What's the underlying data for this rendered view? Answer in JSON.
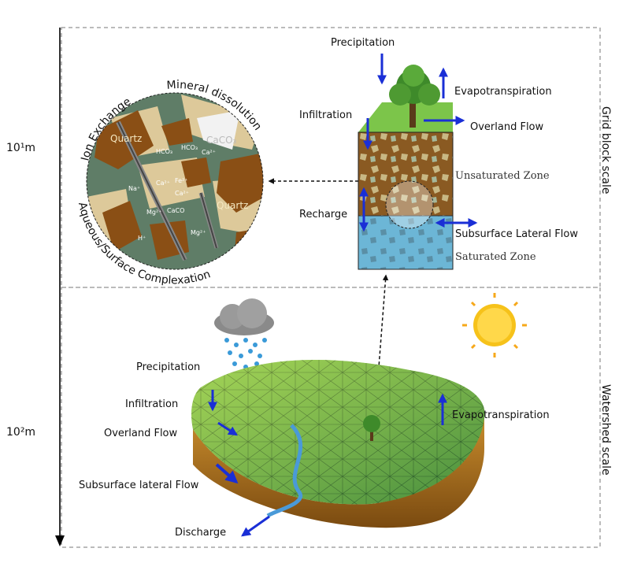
{
  "scale": {
    "upper": "10¹m",
    "lower": "10²m"
  },
  "side_labels": {
    "grid": "Grid block scale",
    "watershed": "Watershed scale"
  },
  "grid_block": {
    "precipitation": "Precipitation",
    "evapotranspiration": "Evapotranspiration",
    "infiltration": "Infiltration",
    "overland_flow": "Overland Flow",
    "unsaturated_zone": "Unsaturated Zone",
    "recharge": "Recharge",
    "subsurface_lateral_flow": "Subsurface Lateral Flow",
    "saturated_zone": "Saturated Zone"
  },
  "mineral": {
    "ion_exchange": "Ion Exchange",
    "mineral_dissolution": "Mineral dissolution",
    "complexation": "Aqueous/Surface Complexation",
    "quartz": "Quartz",
    "caco3": "CaCO₃",
    "ions": [
      "HCO₃",
      "HCO₃",
      "Ca²⁺",
      "Ca²⁺",
      "Fe²⁺",
      "Ca²⁺",
      "Na⁺",
      "Mg²⁺",
      "CaCO",
      "H⁺",
      "Mg²⁺"
    ]
  },
  "watershed": {
    "precipitation": "Precipitation",
    "infiltration": "Infiltration",
    "overland_flow": "Overland Flow",
    "subsurface_lateral_flow": "Subsurface lateral Flow",
    "discharge": "Discharge",
    "evapotranspiration": "Evapotranspiration"
  },
  "colors": {
    "arrow": "#1a2fd6",
    "soil": "#7a4a16",
    "water": "#6cb6d6",
    "grass": "#7cc54a",
    "sun": "#f6c21a"
  }
}
